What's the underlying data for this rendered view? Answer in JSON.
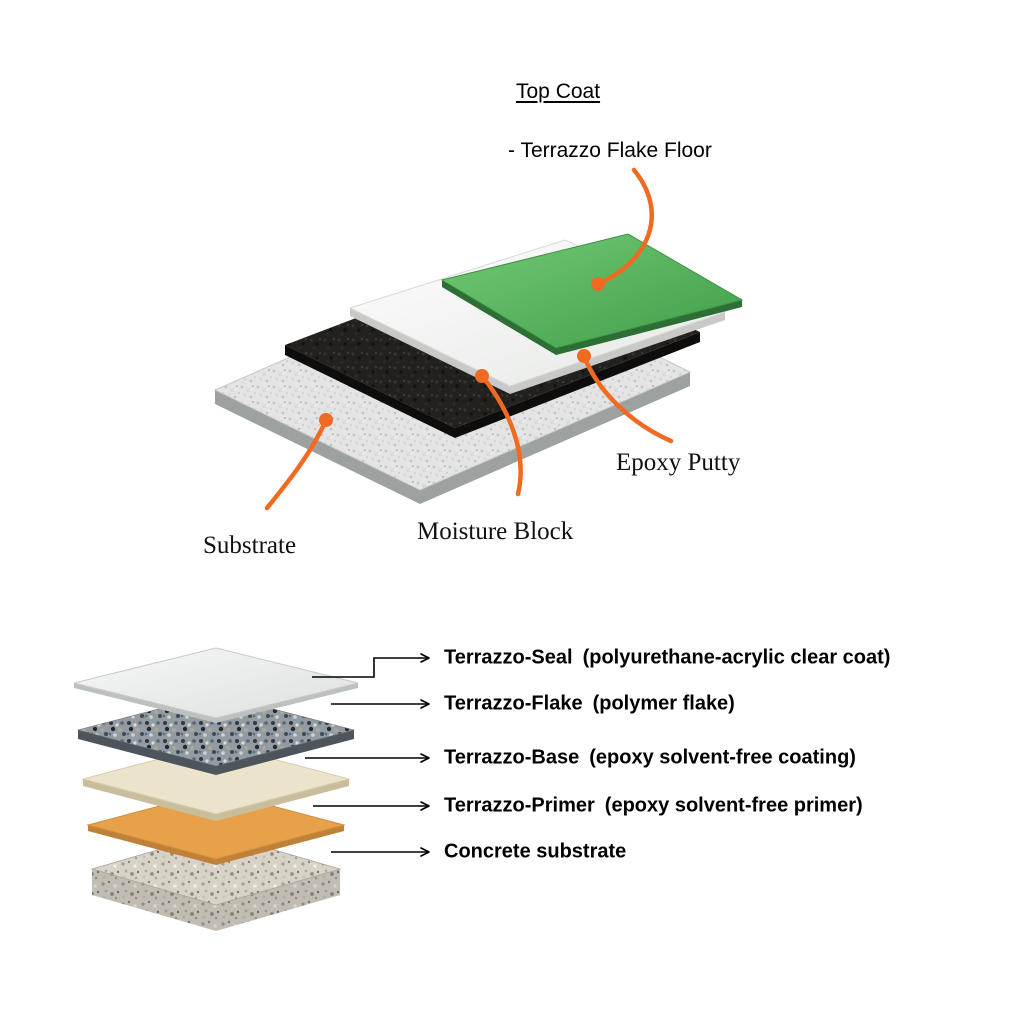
{
  "top_diagram": {
    "heading": "Top Coat",
    "pointer_label": "- Terrazzo Flake Floor",
    "labels": {
      "epoxy_putty": "Epoxy Putty",
      "moisture_block": "Moisture Block",
      "substrate": "Substrate"
    },
    "leader_color": "#f16a22",
    "layer_colors": {
      "terrazzo_flake_floor": "#4aa552",
      "epoxy_putty": "#f3f5f3",
      "moisture_block": "#23211e",
      "substrate": "#dbdddc"
    }
  },
  "bottom_diagram": {
    "layers": [
      {
        "label": "Terrazzo-Seal",
        "desc": "(polyurethane-acrylic clear coat)",
        "color": "#eef0ef"
      },
      {
        "label": "Terrazzo-Flake",
        "desc": "(polymer flake)",
        "color": "#949ca1"
      },
      {
        "label": "Terrazzo-Base",
        "desc": "(epoxy solvent-free coating)",
        "color": "#ebe3ca"
      },
      {
        "label": "Terrazzo-Primer",
        "desc": "(epoxy solvent-free primer)",
        "color": "#e7a14b"
      },
      {
        "label": "Concrete substrate",
        "desc": "",
        "color": "#d7d3c8"
      }
    ],
    "arrow_color": "#000000"
  }
}
